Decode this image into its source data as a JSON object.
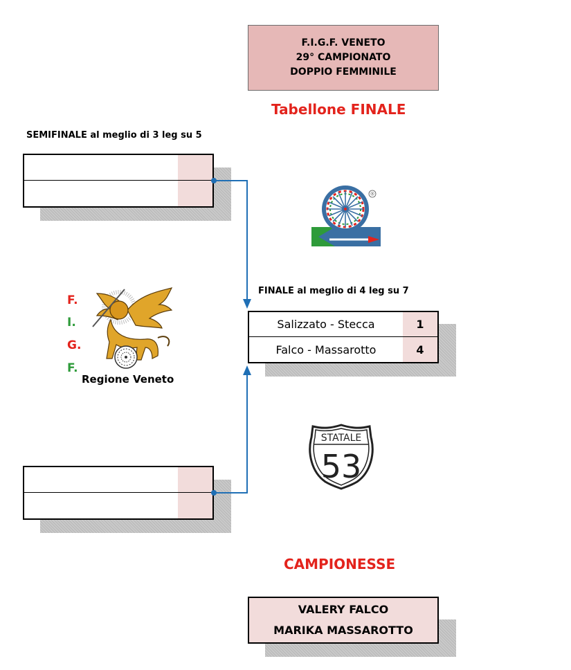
{
  "header": {
    "line1": "F.I.G.F. VENETO",
    "line2": "29° CAMPIONATO",
    "line3": "DOPPIO FEMMINILE"
  },
  "bracket_title": "Tabellone FINALE",
  "semifinal_label": "SEMIFINALE al meglio di 3 leg su 5",
  "final_label": "FINALE al meglio di 4 leg su 7",
  "semifinals": [
    {
      "rows": [
        {
          "name": "",
          "score": ""
        },
        {
          "name": "",
          "score": ""
        }
      ]
    },
    {
      "rows": [
        {
          "name": "",
          "score": ""
        },
        {
          "name": "",
          "score": ""
        }
      ]
    }
  ],
  "final": {
    "rows": [
      {
        "name": "Salizzato - Stecca",
        "score": "1"
      },
      {
        "name": "Falco - Massarotto",
        "score": "4"
      }
    ]
  },
  "champions_title": "CAMPIONESSE",
  "champions": [
    "VALERY FALCO",
    "MARIKA MASSAROTTO"
  ],
  "figf_logo": {
    "letters": [
      "F.",
      "I.",
      "G.",
      "F."
    ],
    "region": "Regione Veneto",
    "letter_colors": [
      "#e3231c",
      "#2e9b3a",
      "#e3231c",
      "#2e9b3a"
    ]
  },
  "dart_logo": {
    "registered_mark": "®"
  },
  "statale_logo": {
    "text": "STATALE",
    "number": "53"
  },
  "colors": {
    "accent_red": "#e3231c",
    "header_fill": "#e6b8b7",
    "score_fill": "#f2dcdb",
    "connector_blue": "#1f6fb5"
  }
}
